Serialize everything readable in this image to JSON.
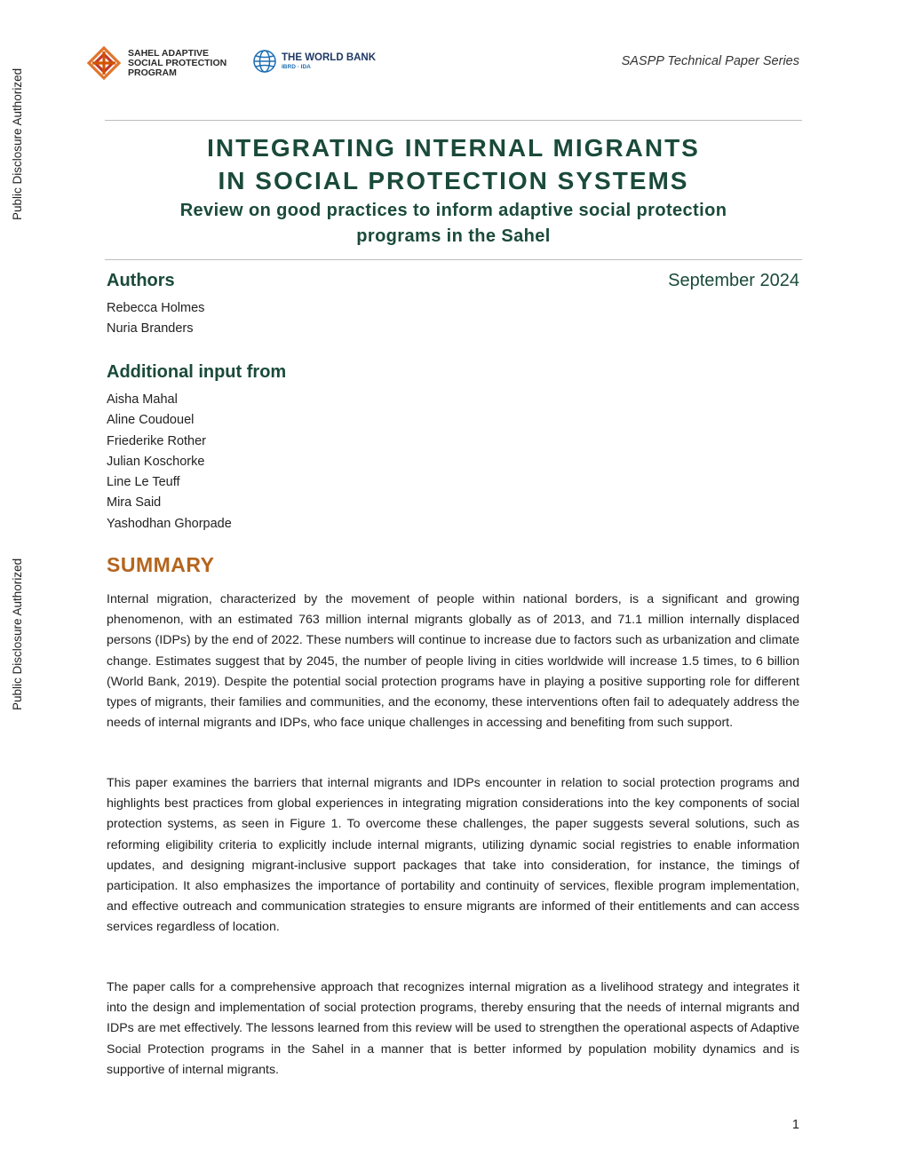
{
  "side_labels": [
    "Public Disclosure Authorized",
    "Public Disclosure Authorized"
  ],
  "header": {
    "saspp_logo_lines": [
      "SAHEL ADAPTIVE",
      "SOCIAL PROTECTION",
      "PROGRAM"
    ],
    "wb_logo_name": "THE WORLD BANK",
    "wb_logo_sub": "IBRD · IDA",
    "series": "SASPP Technical Paper Series"
  },
  "title_lines": [
    "INTEGRATING INTERNAL MIGRANTS",
    "IN SOCIAL PROTECTION SYSTEMS"
  ],
  "subtitle_lines": [
    "Review on good practices to inform adaptive social protection",
    "programs in the Sahel"
  ],
  "authors_heading": "Authors",
  "date": "September 2024",
  "authors": [
    "Rebecca Holmes",
    "Nuria Branders"
  ],
  "additional_heading": "Additional input from",
  "additional": [
    "Aisha Mahal",
    "Aline Coudouel",
    "Friederike Rother",
    "Julian Koschorke",
    "Line Le Teuff",
    "Mira Said",
    "Yashodhan Ghorpade"
  ],
  "summary_heading": "SUMMARY",
  "paragraphs": [
    "Internal migration, characterized by the movement of people within national borders, is a significant and growing phenomenon, with an estimated 763 million internal migrants globally as of 2013, and 71.1 million internally displaced persons (IDPs) by the end of 2022. These numbers will continue to increase due to factors such as urbanization and climate change. Estimates suggest that by 2045, the number of people living in cities worldwide will increase 1.5 times, to 6 billion (World Bank, 2019). Despite the potential social protection programs have in playing a positive supporting role for different types of migrants, their families and communities, and the economy, these interventions often fail to adequately address the needs of internal migrants and IDPs, who face unique challenges in accessing and benefiting from such support.",
    "This paper examines the barriers that internal migrants and IDPs encounter in relation to social protection programs and highlights best practices from global experiences in integrating migration considerations into the key components of social protection systems, as seen in Figure 1. To overcome these challenges, the paper suggests several solutions, such as reforming eligibility criteria to explicitly include internal migrants, utilizing dynamic social registries to enable information updates, and designing migrant-inclusive support packages that take into consideration, for instance, the timings of participation. It also emphasizes the importance of portability and continuity of services, flexible program implementation, and effective outreach and communication strategies to ensure migrants are informed of their entitlements and can access services regardless of location.",
    "The paper calls for a comprehensive approach that recognizes internal migration as a livelihood strategy and integrates it into the design and implementation of social protection programs, thereby ensuring that the needs of internal migrants and IDPs are met effectively. The lessons learned from this review will be used to strengthen the operational aspects of Adaptive Social Protection programs in the Sahel in a manner that is better informed by population mobility dynamics and is supportive of internal migrants."
  ],
  "page_number": "1",
  "colors": {
    "title": "#1a4a3a",
    "summary": "#b5651d",
    "saspp_orange": "#e0752d",
    "wb_blue": "#1f3864"
  }
}
